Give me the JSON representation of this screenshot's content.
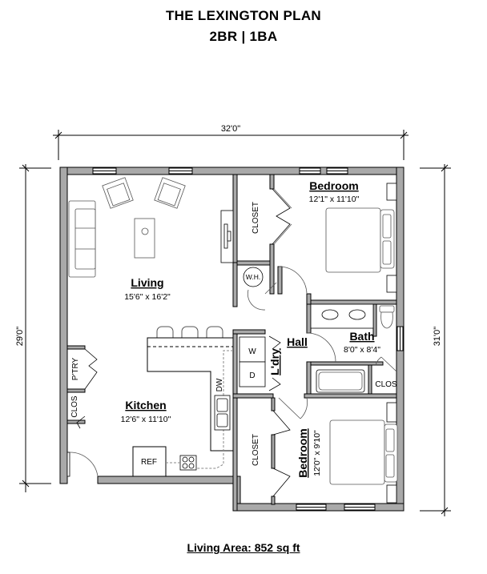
{
  "header": {
    "title": "THE LEXINGTON PLAN",
    "subtitle": "2BR | 1BA"
  },
  "dimensions": {
    "width": "32'0\"",
    "left_height": "29'0\"",
    "right_height": "31'0\""
  },
  "rooms": {
    "living": {
      "name": "Living",
      "size": "15'6\" x 16'2\""
    },
    "kitchen": {
      "name": "Kitchen",
      "size": "12'6\" x 11'10\""
    },
    "bedroom1": {
      "name": "Bedroom",
      "size": "12'1\" x 11'10\""
    },
    "bedroom2": {
      "name": "Bedroom",
      "size": "12'0\" x 9'10\""
    },
    "bath": {
      "name": "Bath",
      "size": "8'0\" x 8'4\""
    },
    "hall": {
      "name": "Hall"
    },
    "laundry": {
      "name": "L'dry"
    }
  },
  "fixtures": {
    "closet1": "CLOSET",
    "closet2": "CLOSET",
    "water_heater": "W.H.",
    "washer": "W",
    "dryer": "D",
    "pantry": "P'TRY",
    "coat_closet": "CLOS",
    "bath_closet": "CLOS",
    "dishwasher": "DW",
    "refrigerator": "REF"
  },
  "footer": {
    "living_area": "Living Area: 852 sq ft"
  },
  "colors": {
    "wall": "#a9a9a9",
    "outline": "#000000",
    "label": "#000000"
  }
}
